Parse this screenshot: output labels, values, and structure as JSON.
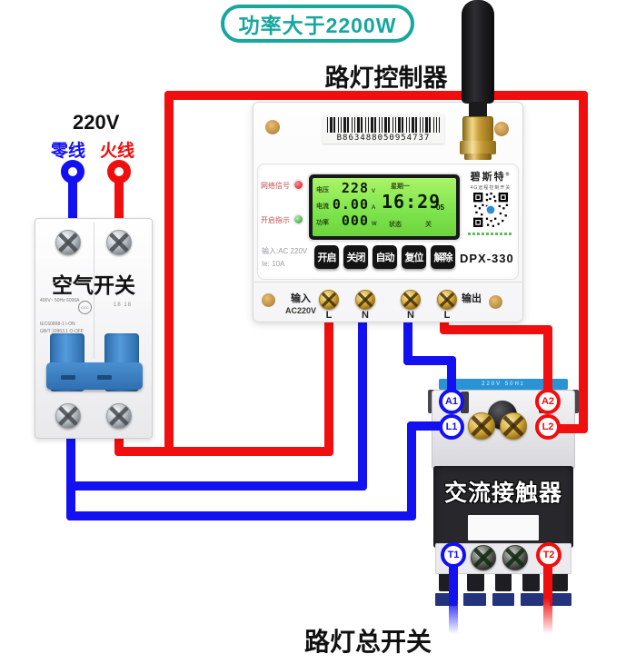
{
  "badge": {
    "text": "功率大于2200W"
  },
  "title": "路灯控制器",
  "bottom_label": "路灯总开关",
  "power_supply": {
    "voltage": "220V",
    "neutral_label": "零线",
    "live_label": "火线"
  },
  "breaker": {
    "name": "空气开关",
    "specs": "400V~ 50Hz 6000A",
    "standard1": "IEC60898-1  I-ON",
    "standard2": "GB/T 10963.1  O-OFF",
    "cert": "CCC",
    "curve": "18 18"
  },
  "controller": {
    "barcode": "B863488050954737",
    "brand": "碧斯特",
    "brand_mark": "®",
    "brand_subtitle": "4G远程控制开关",
    "model": "DPX-330",
    "indicators": [
      {
        "label": "网络信号",
        "color": "red"
      },
      {
        "label": "开启指示",
        "color": "green"
      }
    ],
    "lcd": {
      "voltage_label": "电压",
      "voltage_value": "228",
      "voltage_unit": "V",
      "current_label": "电流",
      "current_value": "0.00",
      "current_unit": "A",
      "power_label": "功率",
      "power_value": "000",
      "power_unit": "W",
      "weekday": "星期一",
      "time": "16:29",
      "seconds": "05",
      "status_label": "状态",
      "status_value": "关"
    },
    "buttons": [
      "开启",
      "关闭",
      "自动",
      "复位",
      "解除"
    ],
    "input_spec": "输入:AC 220V",
    "current_spec": "Ie: 10A",
    "terminal_block": {
      "input_label": "输入",
      "input_voltage": "AC220V",
      "terminals": [
        "L",
        "N",
        "N",
        "L"
      ],
      "output_label": "输出"
    }
  },
  "contactor": {
    "name": "交流接触器",
    "top_label": "220V 50Hz",
    "coil_terminals": [
      "A1",
      "A2"
    ],
    "line_terminals": [
      "L1",
      "L2"
    ],
    "load_terminals": [
      "T1",
      "T2"
    ]
  },
  "colors": {
    "live_wire": "#f10e0e",
    "neutral_wire": "#1310f2",
    "badge_accent": "#18a79f",
    "lcd_green": "#7de34c"
  }
}
